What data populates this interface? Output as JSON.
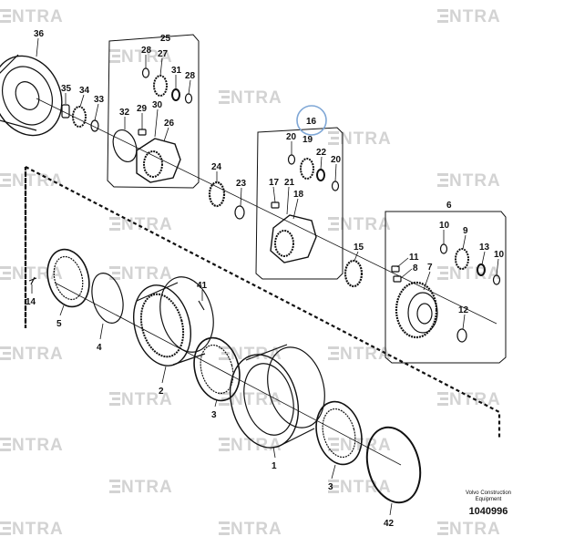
{
  "watermark": {
    "text": "ENTRA"
  },
  "footer": {
    "brand_line1": "Volvo Construction",
    "brand_line2": "Equipment",
    "code": "1040996"
  },
  "labels": {
    "l36": "36",
    "l25": "25",
    "l28a": "28",
    "l27": "27",
    "l31": "31",
    "l28b": "28",
    "l35": "35",
    "l34": "34",
    "l33": "33",
    "l32": "32",
    "l29": "29",
    "l30": "30",
    "l26": "26",
    "l24": "24",
    "l23": "23",
    "l16": "16",
    "l20a": "20",
    "l19": "19",
    "l22": "22",
    "l20b": "20",
    "l17": "17",
    "l21": "21",
    "l18": "18",
    "l6": "6",
    "l10a": "10",
    "l9": "9",
    "l13": "13",
    "l10b": "10",
    "l11": "11",
    "l8": "8",
    "l7": "7",
    "l15": "15",
    "l12": "12",
    "l41": "41",
    "l14": "14",
    "l5": "5",
    "l4": "4",
    "l2": "2",
    "l3a": "3",
    "l1": "1",
    "l3b": "3",
    "l42": "42"
  }
}
